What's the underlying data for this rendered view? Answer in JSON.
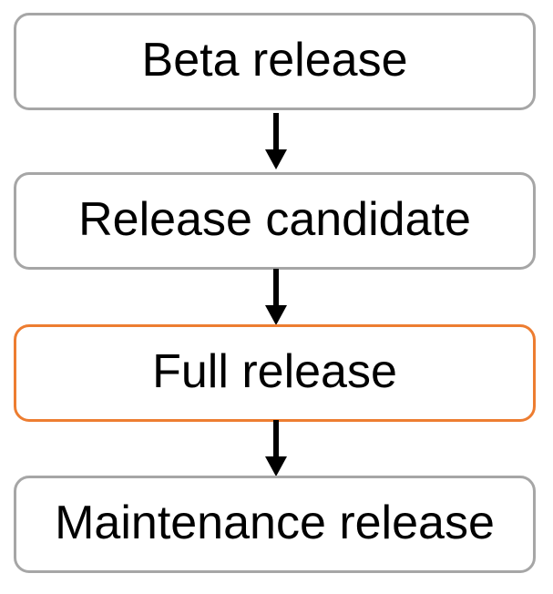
{
  "diagram": {
    "type": "flowchart",
    "direction": "top-down",
    "nodes": [
      {
        "id": "beta-release",
        "label": "Beta release",
        "highlighted": false
      },
      {
        "id": "release-candidate",
        "label": "Release candidate",
        "highlighted": false
      },
      {
        "id": "full-release",
        "label": "Full release",
        "highlighted": true
      },
      {
        "id": "maintenance-release",
        "label": "Maintenance release",
        "highlighted": false
      }
    ],
    "edges": [
      {
        "from": "beta-release",
        "to": "release-candidate"
      },
      {
        "from": "release-candidate",
        "to": "full-release"
      },
      {
        "from": "full-release",
        "to": "maintenance-release"
      }
    ],
    "colors": {
      "node_border": "#a6a6a6",
      "highlight_border": "#ed7d31",
      "arrow": "#000000",
      "text": "#000000",
      "background": "#ffffff"
    }
  }
}
